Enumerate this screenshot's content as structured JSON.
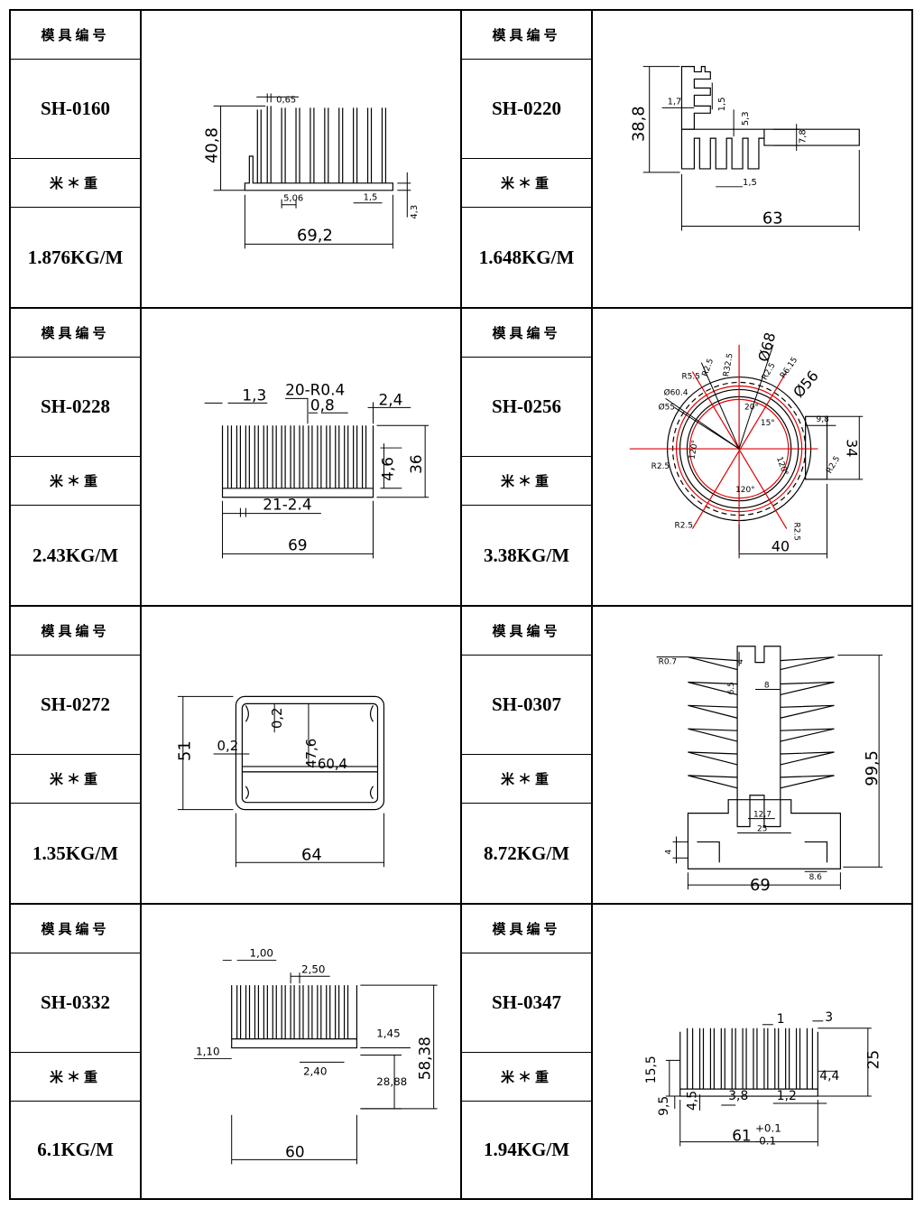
{
  "labels": {
    "code_header": "模具编号",
    "weight_header": "米＊重"
  },
  "items": [
    {
      "code": "SH-0160",
      "weight": "1.876KG/M",
      "dims": {
        "a": "0,65",
        "b": "40,8",
        "c": "5,06",
        "d": "1,5",
        "e": "4,3",
        "f": "69,2"
      }
    },
    {
      "code": "SH-0220",
      "weight": "1.648KG/M",
      "dims": {
        "a": "38,8",
        "b": "1,7",
        "c": "1,5",
        "d": "5,3",
        "e": "7,8",
        "f": "1,5",
        "g": "63"
      }
    },
    {
      "code": "SH-0228",
      "weight": "2.43KG/M",
      "dims": {
        "a": "1,3",
        "b": "20-R0.4",
        "c": "0,8",
        "d": "2,4",
        "e": "4,6",
        "f": "36",
        "g": "21-2.4",
        "h": "69"
      }
    },
    {
      "code": "SH-0256",
      "weight": "3.38KG/M",
      "dims": {
        "a": "Ø68",
        "b": "Ø56",
        "c": "R5.5",
        "d": "R2.5",
        "e": "R32.5",
        "f": "R2.5",
        "g": "R6.15",
        "h": "Ø60.4",
        "i": "Ø55",
        "j": "20°",
        "k": "15°",
        "l": "120°",
        "m": "120°",
        "n": "120°",
        "o": "9,8",
        "p": "34",
        "q": "R2.5",
        "r": "R2.5",
        "s": "R2.5",
        "t": "R2.5",
        "u": "40"
      }
    },
    {
      "code": "SH-0272",
      "weight": "1.35KG/M",
      "dims": {
        "a": "51",
        "b": "0,2",
        "c": "0,2",
        "d": "47,6",
        "e": "60,4",
        "f": "64"
      }
    },
    {
      "code": "SH-0307",
      "weight": "8.72KG/M",
      "dims": {
        "a": "R0.7",
        "b": "4",
        "c": "6.5",
        "d": "8",
        "e": "99,5",
        "f": "12,7",
        "g": "25",
        "h": "4",
        "i": "8.6",
        "j": "69"
      }
    },
    {
      "code": "SH-0332",
      "weight": "6.1KG/M",
      "dims": {
        "a": "1,00",
        "b": "2,50",
        "c": "1,45",
        "d": "58,38",
        "e": "1,10",
        "f": "2,40",
        "g": "28,88",
        "h": "60"
      }
    },
    {
      "code": "SH-0347",
      "weight": "1.94KG/M",
      "dims": {
        "a": "1",
        "b": "3",
        "c": "25",
        "d": "15,5",
        "e": "4,4",
        "f": "9,5",
        "g": "4,5",
        "h": "3,8",
        "i": "1,2",
        "j": "61",
        "k": "+0.1",
        "l": "-0.1"
      }
    }
  ]
}
